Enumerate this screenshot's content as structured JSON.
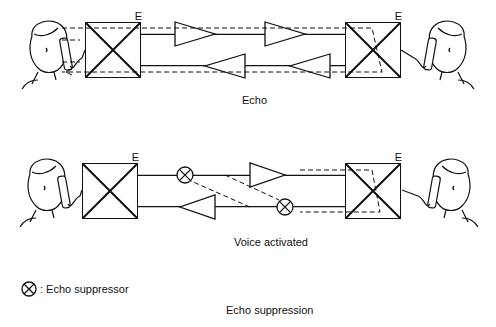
{
  "diagram": {
    "nodes": [
      {
        "text": [
          "E"
        ]
      },
      {
        "text": [
          "E"
        ]
      },
      {
        "text": [
          "E"
        ]
      },
      {
        "text": [
          "E"
        ]
      }
    ],
    "edges": [
      {
        "from": 0,
        "to": 1,
        "arrow": "none"
      },
      {
        "from": 0,
        "to": 1,
        "arrow": "none"
      },
      {
        "from": 2,
        "to": 3,
        "arrow": "none"
      },
      {
        "from": 2,
        "to": 3,
        "arrow": "none"
      }
    ],
    "labels": [
      "Echo",
      "Voice activated",
      "Echo suppression"
    ],
    "legend": [
      {
        "text": ": Echo suppressor"
      }
    ]
  }
}
